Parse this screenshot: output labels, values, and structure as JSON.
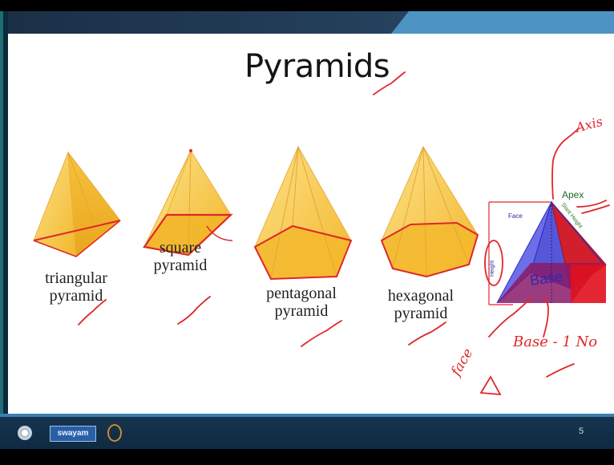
{
  "slide": {
    "title": "Pyramids",
    "page_number": "5"
  },
  "labels": {
    "triangular": "triangular pyramid",
    "square": "square pyramid",
    "pentagonal": "pentagonal pyramid",
    "hexagonal": "hexagonal pyramid"
  },
  "diagram": {
    "face": "Face",
    "slant_height": "Slant Height",
    "height": "Height",
    "base": "Base",
    "apex": "Apex"
  },
  "annotations": {
    "axis": "Axis",
    "base_count": "Base - 1 No",
    "face": "face",
    "delta": "Δ"
  },
  "footer": {
    "logo_text": "swayam"
  },
  "colors": {
    "pyramid_yellow": "#f7c84a",
    "pen_red": "#e0262a",
    "header": "#24405c",
    "accent": "#4d93c4"
  }
}
